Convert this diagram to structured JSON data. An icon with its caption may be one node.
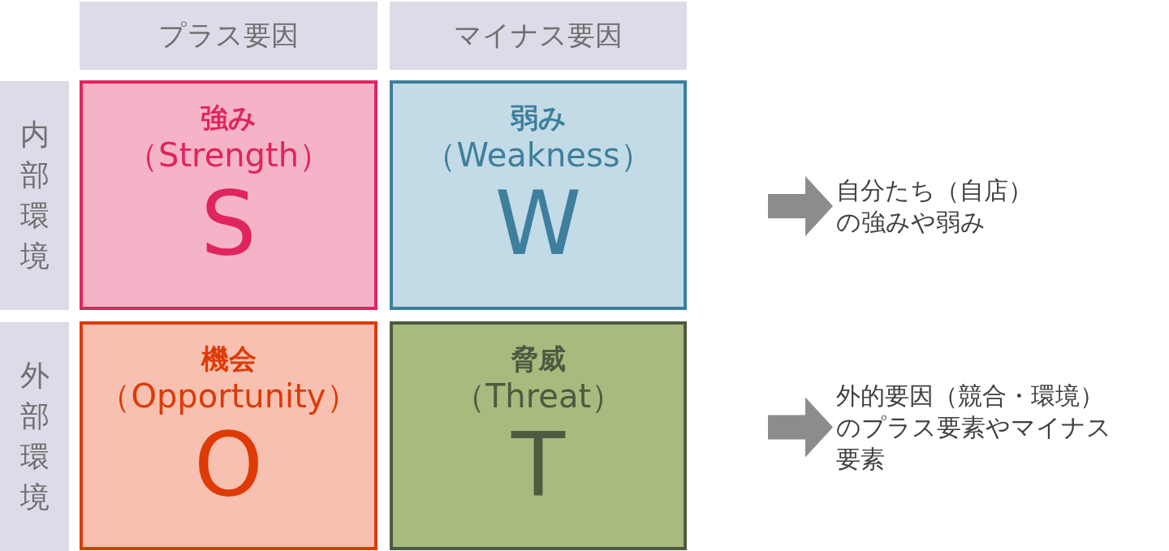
{
  "diagram": {
    "nodes": [
      {
        "text": [
          "プラス要因"
        ]
      },
      {
        "text": [
          "マイナス要因"
        ]
      },
      {
        "text": [
          "内部環境"
        ]
      },
      {
        "text": [
          "強み",
          "（Strength）",
          "S"
        ]
      },
      {
        "text": [
          "弱み",
          "（Weakness）",
          "W"
        ]
      },
      {
        "text": [
          "自分たち（自店）の強みや弱み"
        ]
      },
      {
        "text": [
          "外部環境"
        ]
      },
      {
        "text": [
          "機会",
          "（Opportunity）",
          "O"
        ]
      },
      {
        "text": [
          "脅威",
          "（Threat）",
          "T"
        ]
      },
      {
        "text": [
          "外的要因（競合・環境）のプラス要素やマイナス要素"
        ]
      }
    ],
    "edges": [
      {
        "from": null,
        "to": 5,
        "arrow": "to"
      },
      {
        "from": null,
        "to": 9,
        "arrow": "to"
      }
    ]
  }
}
